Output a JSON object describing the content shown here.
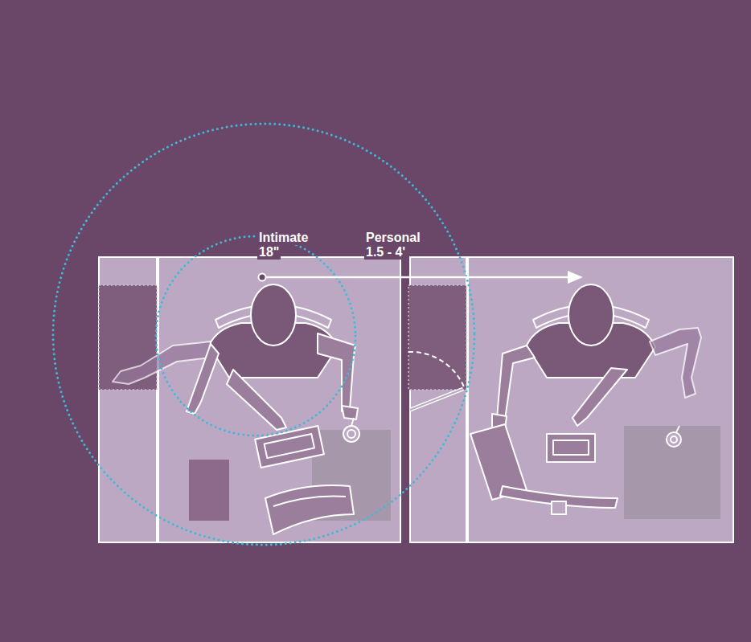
{
  "diagram": {
    "labels": [
      "Intimate",
      "18\"",
      "Personal",
      "1.5 - 4'"
    ]
  }
}
